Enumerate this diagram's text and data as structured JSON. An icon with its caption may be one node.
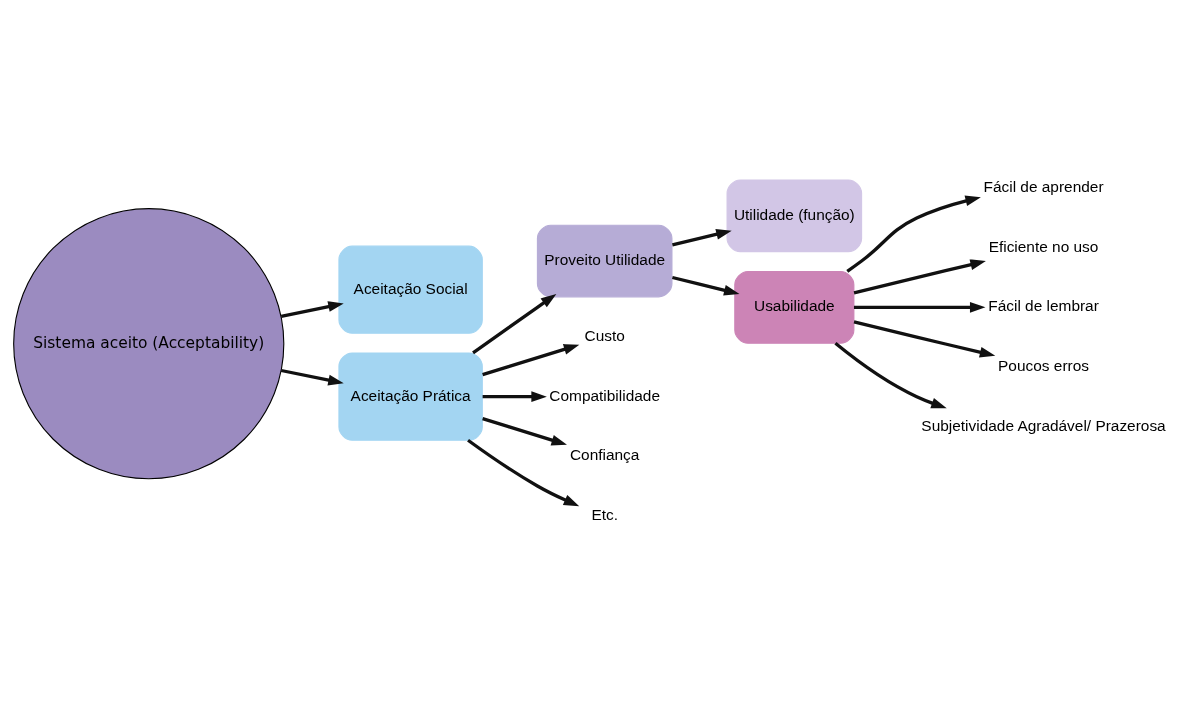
{
  "diagram": {
    "nodes": [
      {
        "text": [
          "Sistema aceito (Acceptability)"
        ]
      },
      {
        "text": [
          "Aceitação Social"
        ]
      },
      {
        "text": [
          "Aceitação Prática"
        ]
      },
      {
        "text": [
          "Proveito Utilidade"
        ]
      },
      {
        "text": [
          "Utilidade (função)"
        ]
      },
      {
        "text": [
          "Usabilidade"
        ]
      },
      {
        "text": [
          "Custo"
        ]
      },
      {
        "text": [
          "Compatibilidade"
        ]
      },
      {
        "text": [
          "Confiança"
        ]
      },
      {
        "text": [
          "Etc."
        ]
      },
      {
        "text": [
          "Fácil de aprender"
        ]
      },
      {
        "text": [
          "Eficiente no uso"
        ]
      },
      {
        "text": [
          "Fácil de lembrar"
        ]
      },
      {
        "text": [
          "Poucos erros"
        ]
      },
      {
        "text": [
          "Subjetividade Agradável/ Prazerosa"
        ]
      }
    ],
    "edges": [
      {
        "from": 0,
        "to": 1,
        "arrow": "to"
      },
      {
        "from": 0,
        "to": 2,
        "arrow": "to"
      },
      {
        "from": 2,
        "to": 3,
        "arrow": "to"
      },
      {
        "from": 3,
        "to": 4,
        "arrow": "to"
      },
      {
        "from": 3,
        "to": 5,
        "arrow": "to"
      },
      {
        "from": 2,
        "to": 6,
        "arrow": "to"
      },
      {
        "from": 2,
        "to": 7,
        "arrow": "to"
      },
      {
        "from": 2,
        "to": 8,
        "arrow": "to"
      },
      {
        "from": 2,
        "to": 9,
        "arrow": "to"
      },
      {
        "from": 5,
        "to": 10,
        "arrow": "to"
      },
      {
        "from": 5,
        "to": 11,
        "arrow": "to"
      },
      {
        "from": 5,
        "to": 12,
        "arrow": "to"
      },
      {
        "from": 5,
        "to": 13,
        "arrow": "to"
      },
      {
        "from": 5,
        "to": 14,
        "arrow": "to"
      }
    ]
  }
}
